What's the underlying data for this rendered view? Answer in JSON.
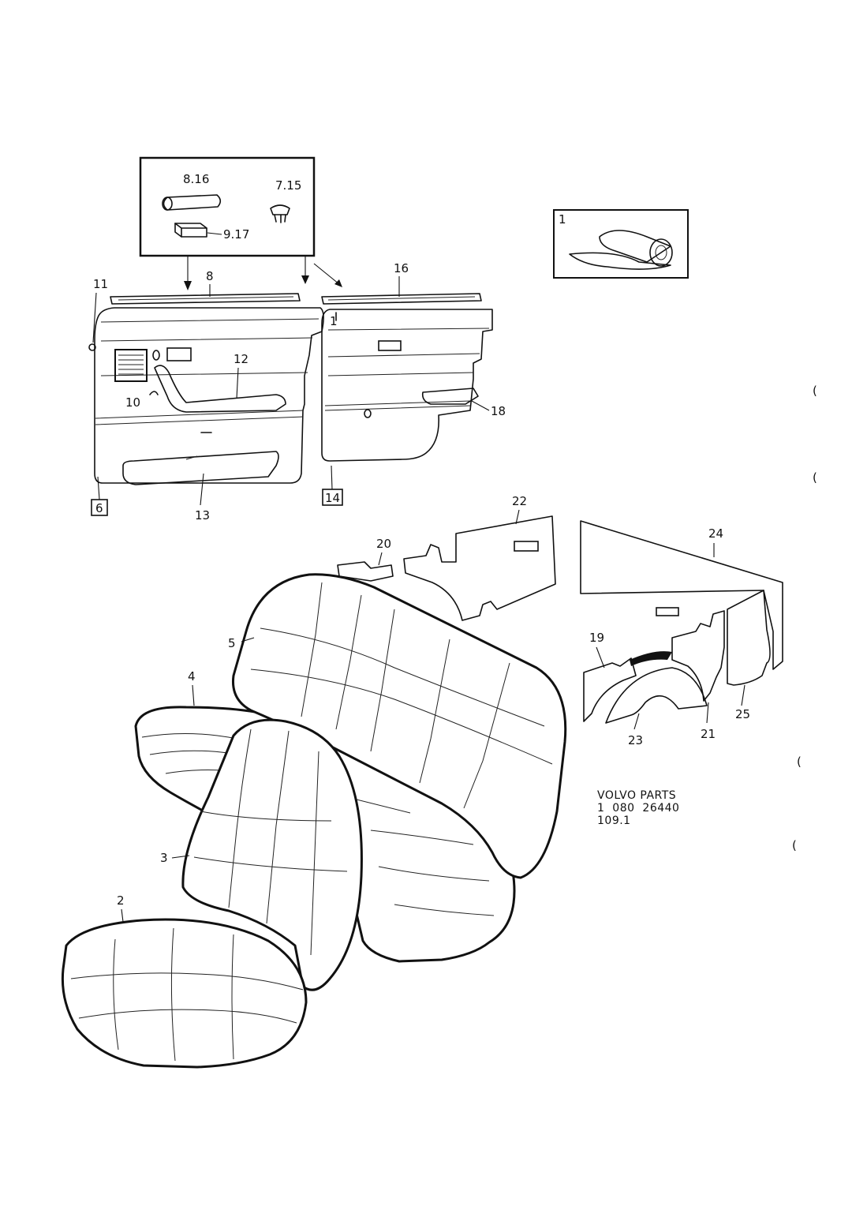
{
  "diagram": {
    "labels": {
      "inset_tube": "8.16",
      "inset_clip": "7.15",
      "inset_block": "9.17",
      "roll": "1",
      "front_strip": "8",
      "rear_strip": "16",
      "clip_left": "11",
      "rear_panel_mark": "1",
      "speaker": "10",
      "armrest_front": "12",
      "pocket": "13",
      "front_panel": "6",
      "rear_panel": "14",
      "armrest_rear": "18",
      "side_trim_left": "20",
      "side_trim_top": "22",
      "rear_shelf": "24",
      "backrest_rear": "5",
      "cushion_rear": "4",
      "backrest_front": "3",
      "cushion_front": "2",
      "arch_trim_left": "19",
      "arch_cover": "23",
      "arch_trim_right": "21",
      "side_panel_right": "25"
    },
    "side_marks": [
      "(",
      "(",
      "(",
      "("
    ]
  },
  "footer": {
    "line1": "VOLVO PARTS",
    "line2": "1  080  26440",
    "line3": "109.1"
  }
}
